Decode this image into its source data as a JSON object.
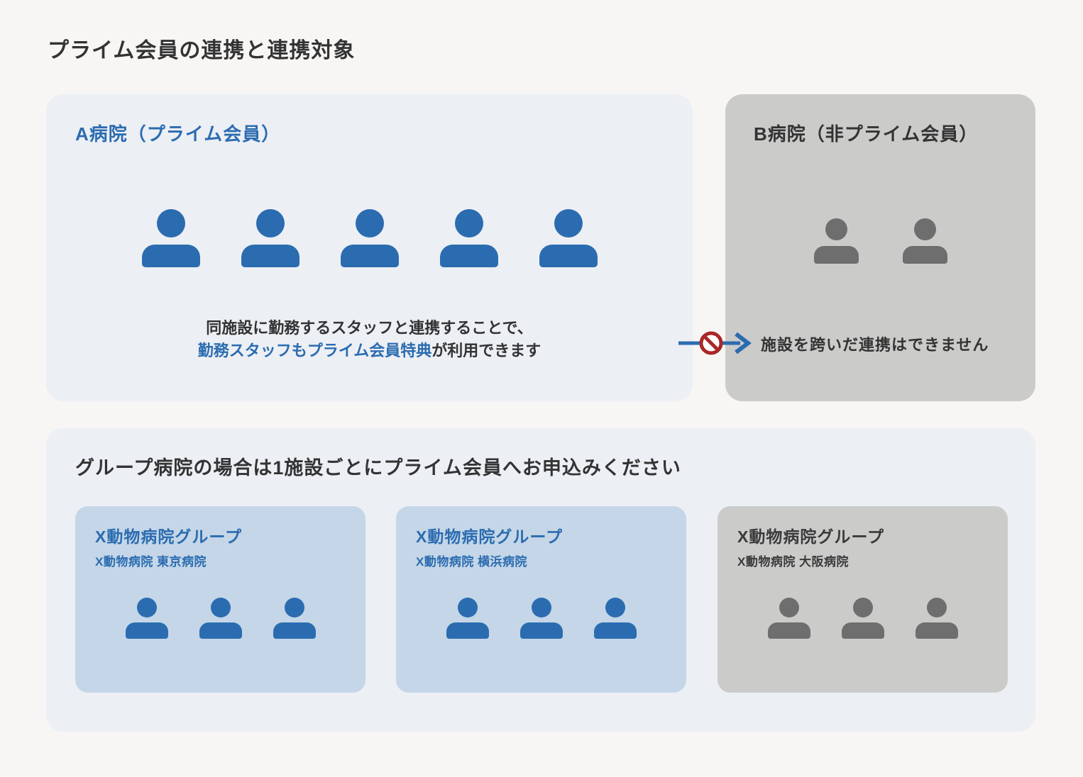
{
  "page": {
    "title": "プライム会員の連携と連携対象"
  },
  "hospital_a": {
    "title": "A病院（プライム会員）",
    "membership": "プライム会員",
    "staff_count": 5,
    "caption_line1": "同施設に勤務するスタッフと連携することで、",
    "caption_highlight": "勤務スタッフもプライム会員特典",
    "caption_suffix": "が利用できます"
  },
  "hospital_b": {
    "title": "B病院（非プライム会員）",
    "membership": "非プライム会員",
    "staff_count": 2,
    "caption": "施設を跨いだ連携はできません"
  },
  "connection": {
    "type": "prohibited",
    "icons": [
      "right-arrow-icon",
      "prohibition-icon"
    ]
  },
  "group_section": {
    "title": "グループ病院の場合は1施設ごとにプライム会員へお申込みください",
    "hospitals": [
      {
        "group_name": "X動物病院グループ",
        "facility_name": "X動物病院 東京病院",
        "prime_member": true,
        "staff_count": 3
      },
      {
        "group_name": "X動物病院グループ",
        "facility_name": "X動物病院 横浜病院",
        "prime_member": true,
        "staff_count": 3
      },
      {
        "group_name": "X動物病院グループ",
        "facility_name": "X動物病院 大阪病院",
        "prime_member": false,
        "staff_count": 3
      }
    ]
  },
  "colors": {
    "accent_blue": "#2b6cb0",
    "inactive_gray": "#6e6e6e",
    "prohibition_red": "#a92828",
    "panel_light_bg": "#eceff4",
    "card_blue_bg": "#c4d6e7",
    "card_gray_bg": "#cbcbca",
    "page_bg": "#f7f6f4",
    "text_dark": "#333333"
  }
}
